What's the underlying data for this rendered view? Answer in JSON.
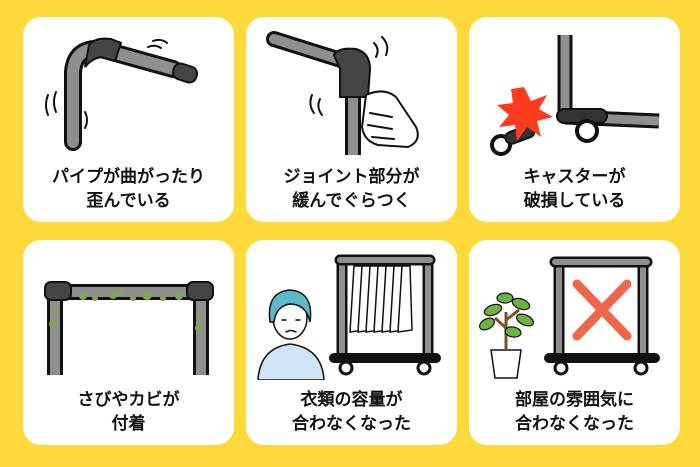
{
  "colors": {
    "background": "#FFD83A",
    "card": "#ffffff",
    "pipe": "#8f8f8f",
    "outline": "#111111",
    "damage_star": "#FF3B1F",
    "cross": "#F0664A",
    "mold": "#7FA45A",
    "plant": "#6DB33F",
    "hair": "#5FB8C9",
    "shirt": "#CFE4F4"
  },
  "cards": [
    {
      "id": "bent-pipe",
      "lines": [
        "パイプが曲がったり",
        "歪んでいる"
      ],
      "icon": "bent-pipe-icon"
    },
    {
      "id": "loose-joint",
      "lines": [
        "ジョイント部分が",
        "緩んでぐらつく"
      ],
      "icon": "loose-joint-icon"
    },
    {
      "id": "broken-caster",
      "lines": [
        "キャスターが",
        "破損している"
      ],
      "icon": "broken-caster-icon"
    },
    {
      "id": "rust-mold",
      "lines": [
        "さびやカビが",
        "付着"
      ],
      "icon": "rusty-frame-icon"
    },
    {
      "id": "capacity",
      "lines": [
        "衣類の容量が",
        "合わなくなった"
      ],
      "icon": "worried-person-rack-icon"
    },
    {
      "id": "interior",
      "lines": [
        "部屋の雰囲気に",
        "合わなくなった"
      ],
      "icon": "rack-cross-icon"
    }
  ]
}
